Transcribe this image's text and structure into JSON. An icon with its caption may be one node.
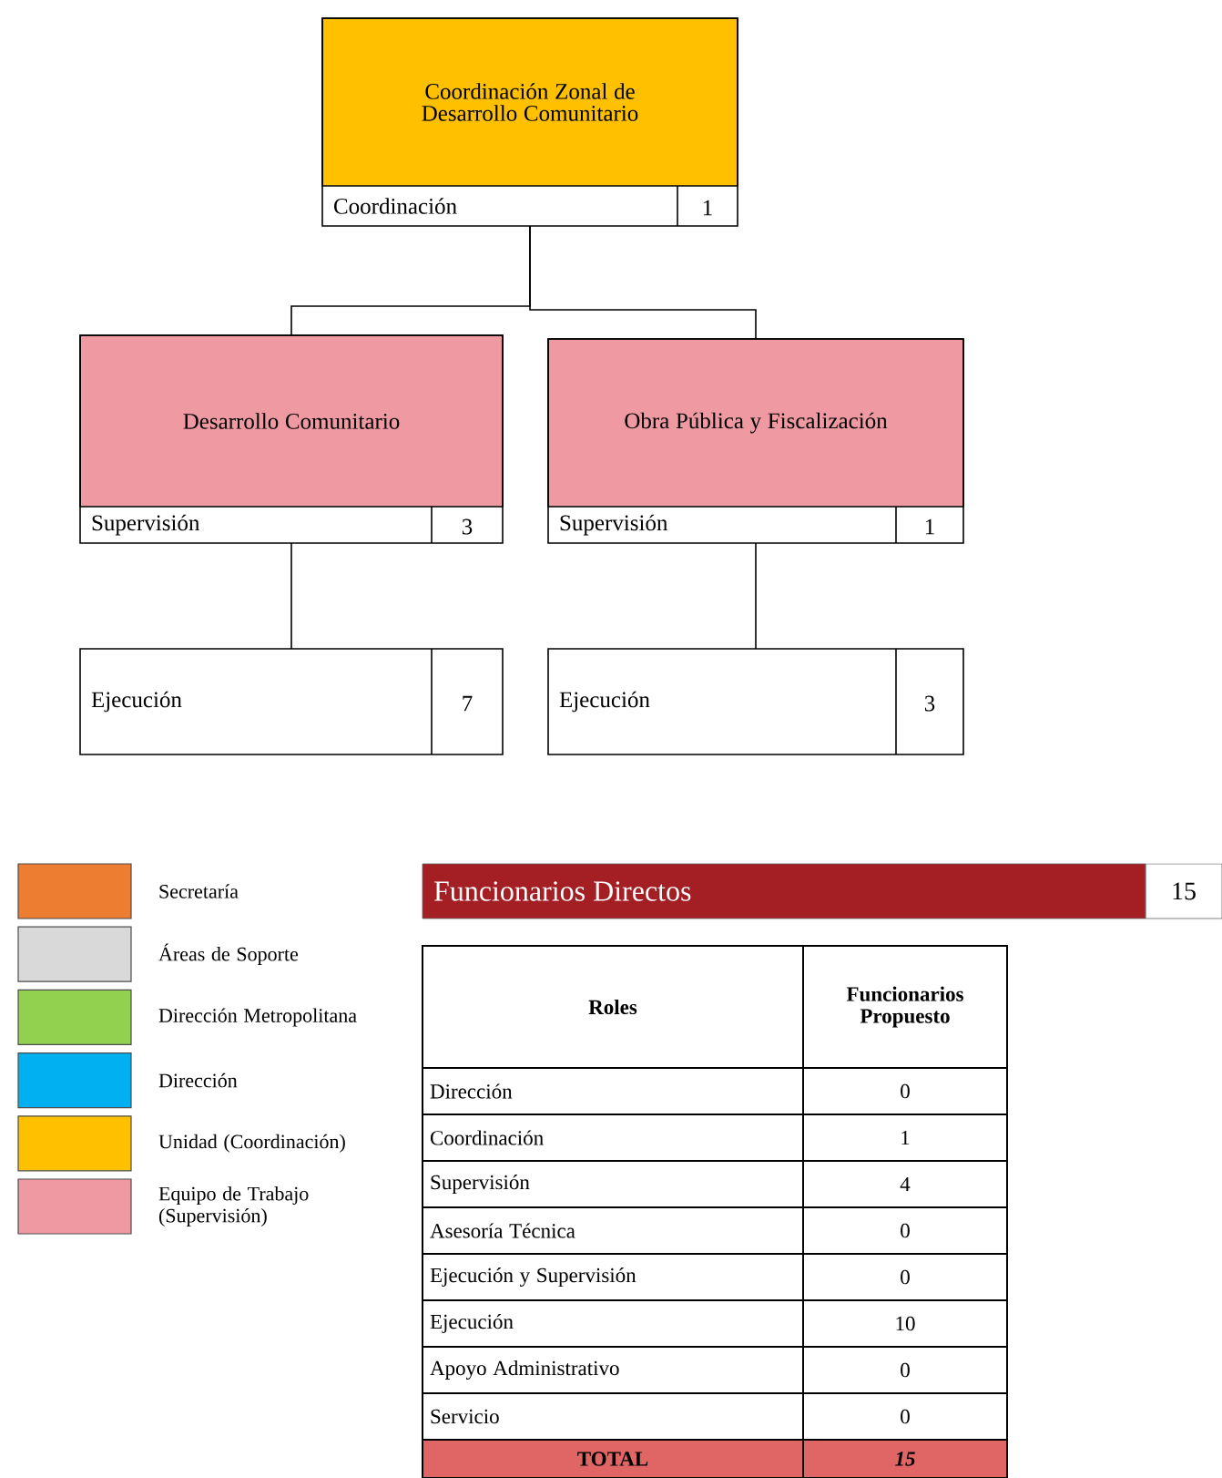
{
  "diagram": {
    "nodes": [
      {
        "text": [
          "Coordinación Zonal de Desarrollo Comunitario",
          "Coordinación",
          "1"
        ]
      },
      {
        "text": [
          "Desarrollo Comunitario",
          "Supervisión",
          "3"
        ]
      },
      {
        "text": [
          "Obra Pública y Fiscalización",
          "Supervisión",
          "1"
        ]
      },
      {
        "text": [
          "Ejecución",
          "7"
        ]
      },
      {
        "text": [
          "Ejecución",
          "3"
        ]
      }
    ],
    "edges": [
      {
        "from": 0,
        "to": 1,
        "arrow": "none"
      },
      {
        "from": 0,
        "to": 2,
        "arrow": "none"
      },
      {
        "from": 1,
        "to": 3,
        "arrow": "none"
      },
      {
        "from": 2,
        "to": 4,
        "arrow": "none"
      }
    ],
    "labels": [
      "Funcionarios Directos",
      "15",
      "Roles",
      "Funcionarios Propuesto",
      "Dirección",
      "0",
      "Coordinación",
      "1",
      "Supervisión",
      "4",
      "Asesoría Técnica",
      "0",
      "Ejecución y Supervisión",
      "0",
      "Ejecución",
      "10",
      "Apoyo Administrativo",
      "0",
      "Servicio",
      "0",
      "TOTAL",
      "15"
    ],
    "legend": [
      {
        "text": "Secretaría",
        "color": "#ed7d31"
      },
      {
        "text": "Áreas de Soporte",
        "color": "#d9d9d9"
      },
      {
        "text": "Dirección Metropolitana",
        "color": "#92d050"
      },
      {
        "text": "Dirección",
        "color": "#00b0f0"
      },
      {
        "text": "Unidad (Coordinación)",
        "color": "#ffc000"
      },
      {
        "text": "Equipo de Trabajo (Supervisión)",
        "color": "#ef9aa2"
      }
    ]
  }
}
